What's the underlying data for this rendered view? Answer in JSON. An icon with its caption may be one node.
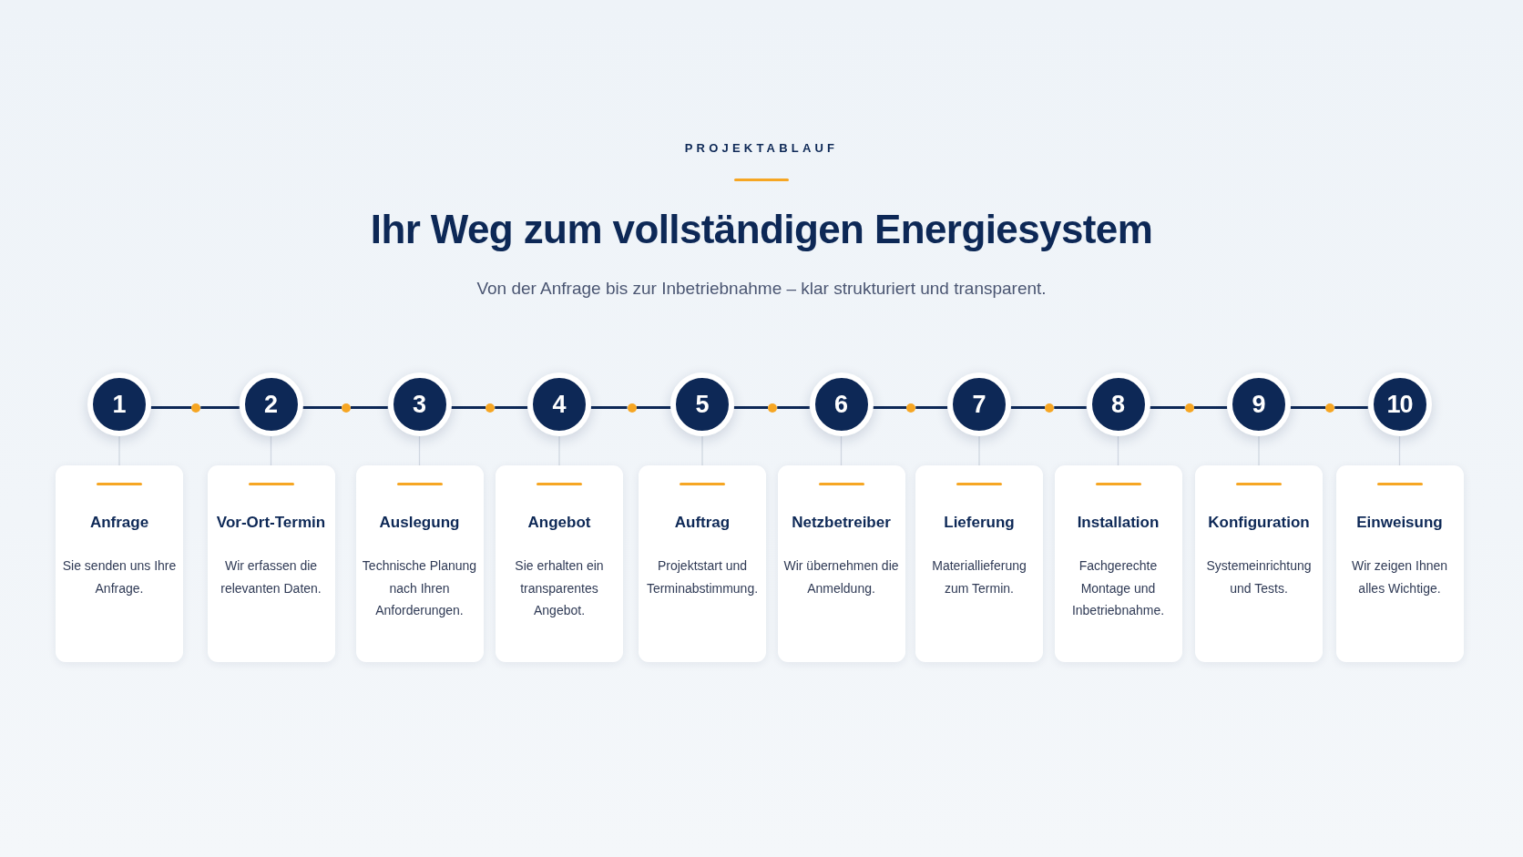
{
  "diagram": {
    "title": "Ihr Weg zum vollständigen Energiesystem",
    "nodes": [
      {
        "text": [
          "1"
        ]
      },
      {
        "text": [],
        "shape": "circle"
      },
      {
        "text": [
          "2"
        ]
      },
      {
        "text": [],
        "shape": "circle"
      },
      {
        "text": [
          "3"
        ]
      },
      {
        "text": [],
        "shape": "circle"
      },
      {
        "text": [
          "4"
        ]
      },
      {
        "text": [],
        "shape": "circle"
      },
      {
        "text": [
          "5"
        ]
      },
      {
        "text": [],
        "shape": "circle"
      },
      {
        "text": [
          "6"
        ]
      },
      {
        "text": [],
        "shape": "circle"
      },
      {
        "text": [
          "7"
        ]
      },
      {
        "text": [],
        "shape": "circle"
      },
      {
        "text": [
          "8"
        ]
      },
      {
        "text": [],
        "shape": "circle"
      },
      {
        "text": [
          "9"
        ]
      },
      {
        "text": [],
        "shape": "circle"
      },
      {
        "text": [
          "10"
        ]
      },
      {
        "text": [
          "Anfrage",
          "Sie senden uns Ihre Anfrage."
        ]
      },
      {
        "text": [
          "Vor-Ort-Termin",
          "Wir erfassen die relevanten Daten."
        ]
      },
      {
        "text": [
          "Auslegung",
          "Technische Planung nach Ihren Anforderungen."
        ]
      },
      {
        "text": [
          "Angebot",
          "Sie erhalten ein transparentes Angebot."
        ]
      },
      {
        "text": [
          "Auftrag",
          "Projektstart und Terminabstimmung."
        ]
      },
      {
        "text": [
          "Netzbetreiber",
          "Wir übernehmen die Anmeldung."
        ]
      },
      {
        "text": [
          "Lieferung",
          "Materiallieferung zum Termin."
        ]
      },
      {
        "text": [
          "Installation",
          "Fachgerechte Montage und Inbetriebnahme."
        ]
      },
      {
        "text": [
          "Konfiguration",
          "Systemeinrichtung und Tests."
        ]
      },
      {
        "text": [
          "Einweisung",
          "Wir zeigen Ihnen alles Wichtige."
        ]
      }
    ],
    "edges": [
      {
        "from": 0,
        "to": 1,
        "arrow": "none"
      },
      {
        "from": 1,
        "to": 2,
        "arrow": "none"
      },
      {
        "from": 2,
        "to": 3,
        "arrow": "none"
      },
      {
        "from": 3,
        "to": 4,
        "arrow": "none"
      },
      {
        "from": 4,
        "to": 5,
        "arrow": "none"
      },
      {
        "from": 5,
        "to": 6,
        "arrow": "none"
      },
      {
        "from": 6,
        "to": 7,
        "arrow": "none"
      },
      {
        "from": 7,
        "to": 8,
        "arrow": "none"
      },
      {
        "from": 8,
        "to": 9,
        "arrow": "none"
      },
      {
        "from": 9,
        "to": 10,
        "arrow": "none"
      },
      {
        "from": 10,
        "to": 11,
        "arrow": "none"
      },
      {
        "from": 11,
        "to": 12,
        "arrow": "none"
      },
      {
        "from": 12,
        "to": 13,
        "arrow": "none"
      },
      {
        "from": 13,
        "to": 14,
        "arrow": "none"
      },
      {
        "from": 14,
        "to": 15,
        "arrow": "none"
      },
      {
        "from": 15,
        "to": 16,
        "arrow": "none"
      },
      {
        "from": 16,
        "to": 17,
        "arrow": "none"
      },
      {
        "from": 17,
        "to": 18,
        "arrow": "none"
      },
      {
        "from": 0,
        "to": 19,
        "arrow": "none",
        "color": "#d0d7e1"
      },
      {
        "from": 2,
        "to": 20,
        "arrow": "none",
        "color": "#d0d7e1"
      },
      {
        "from": 4,
        "to": 21,
        "arrow": "none",
        "color": "#d0d7e1"
      },
      {
        "from": 6,
        "to": 22,
        "arrow": "none",
        "color": "#d0d7e1"
      },
      {
        "from": 8,
        "to": 23,
        "arrow": "none",
        "color": "#d0d7e1"
      },
      {
        "from": 10,
        "to": 24,
        "arrow": "none",
        "color": "#d0d7e1"
      },
      {
        "from": 12,
        "to": 25,
        "arrow": "none",
        "color": "#d0d7e1"
      },
      {
        "from": 14,
        "to": 26,
        "arrow": "none",
        "color": "#d0d7e1"
      },
      {
        "from": 16,
        "to": 27,
        "arrow": "none",
        "color": "#d0d7e1"
      },
      {
        "from": 18,
        "to": 28,
        "arrow": "none",
        "color": "#d0d7e1"
      }
    ],
    "labels": [
      "PROJEKTABLAUF",
      "Von der Anfrage bis zur Inbetriebnahme – klar strukturiert und transparent."
    ]
  }
}
